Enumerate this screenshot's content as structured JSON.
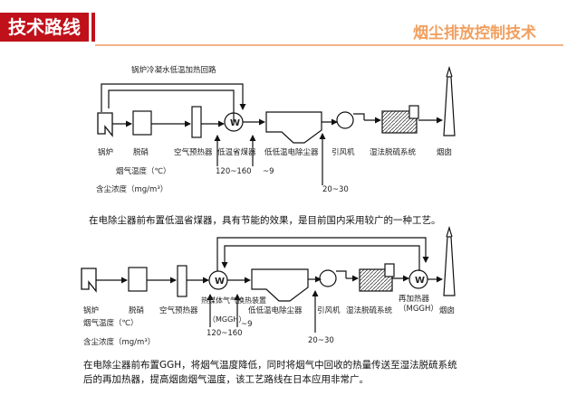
{
  "header": {
    "left_title": "技术路线",
    "right_title": "烟尘排放控制技术"
  },
  "diagram1": {
    "loop_label": "锅炉冷凝水低温加热回路",
    "units": [
      "锅炉",
      "脱硝",
      "空气预热器",
      "低温省煤器",
      "低低温电除尘器",
      "引风机",
      "湿法脱硫系统",
      "烟囱"
    ],
    "row_labels": [
      "烟气温度（℃）",
      "含尘浓度（mg/m³）"
    ],
    "temps": [
      "120~160",
      "~9"
    ],
    "dust": "20~30",
    "exchanger_symbol": "W",
    "caption": "在电除尘器前布置低温省煤器，具有节能的效果，是目前国内采用较广的一种工艺。"
  },
  "diagram2": {
    "units": [
      "锅炉",
      "脱硝",
      "空气预热器",
      "热媒体气气换热装置",
      "（MGGH）",
      "低低温电除尘器",
      "引风机",
      "湿法脱硫系统",
      "再加热器",
      "（MGGH）",
      "烟囱"
    ],
    "row_labels": [
      "烟气温度（℃）",
      "含尘浓度（mg/m³）"
    ],
    "temps": [
      "120~160",
      "~9"
    ],
    "dust": "20~30",
    "exchanger_symbol": "W",
    "caption_line1": "在电除尘器前布置GGH，将烟气温度降低，同时将烟气中回收的热量传送至湿法脱硫系统",
    "caption_line2": "后的再加热器，提高烟囱烟气温度，该工艺路线在日本应用非常广。"
  }
}
